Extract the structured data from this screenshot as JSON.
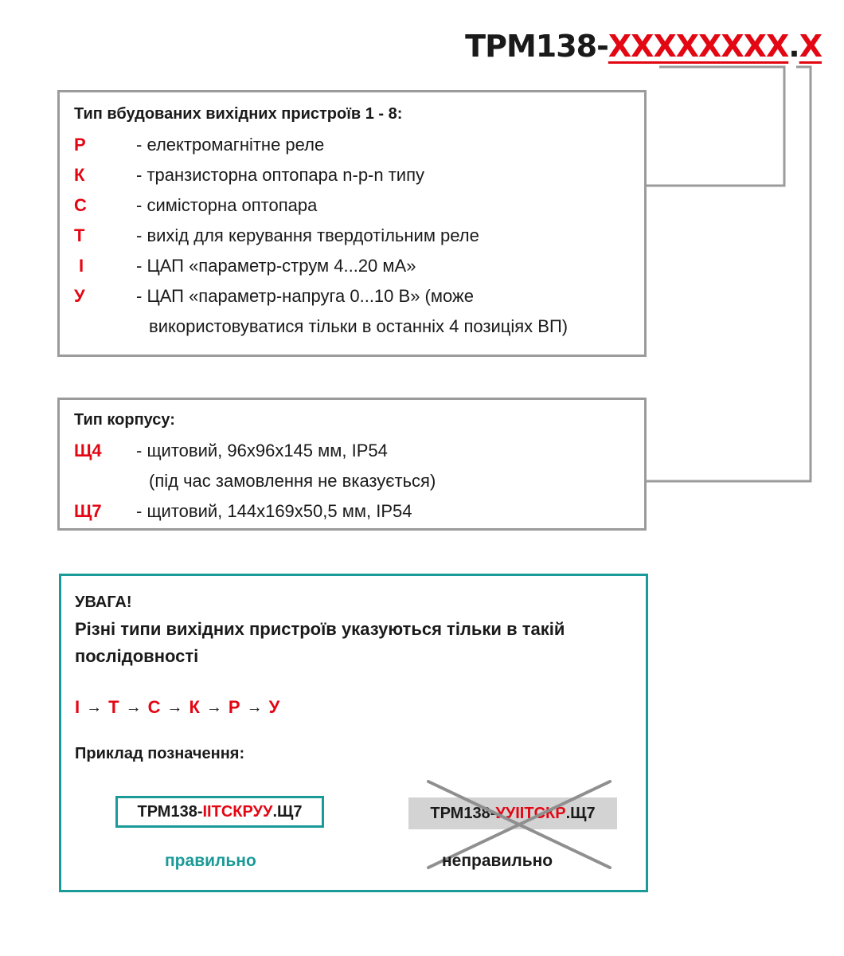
{
  "header": {
    "code_prefix": "ТРМ138-",
    "code_outputs": "XXXXXXXX",
    "code_dot": ".",
    "code_housing": "X"
  },
  "outputs_box": {
    "heading": "Тип вбудованих вихідних пристроїв 1 - 8:",
    "items": [
      {
        "code": "Р",
        "desc": "- електромагнітне реле"
      },
      {
        "code": "К",
        "desc": "- транзисторна оптопара n-p-n типу"
      },
      {
        "code": "С",
        "desc": "- симісторна оптопара"
      },
      {
        "code": "Т",
        "desc": "- вихід для керування твердотільним реле"
      },
      {
        "code": "І",
        "desc": "- ЦАП «параметр-струм 4...20 мА»"
      },
      {
        "code": "У",
        "desc": "- ЦАП «параметр-напруга 0...10 В» (може"
      }
    ],
    "continuation": "використовуватися тільки в останніх 4 позиціях ВП)"
  },
  "housing_box": {
    "heading": "Тип корпусу:",
    "items": [
      {
        "code": "Щ4",
        "desc": "- щитовий, 96х96х145 мм, IP54"
      },
      {
        "code": "Щ7",
        "desc": "- щитовий, 144х169х50,5 мм, IP54"
      }
    ],
    "continuation": "(під час замовлення не вказується)"
  },
  "warning_box": {
    "title": "УВАГА!",
    "text": "Різні типи вихідних пристроїв указуються тільки в такій послідовності",
    "sequence": [
      "І",
      "Т",
      "С",
      "К",
      "Р",
      "У"
    ],
    "arrow": "→",
    "example_label": "Приклад позначення:",
    "correct_example": {
      "prefix": "ТРМ138-",
      "code": "ІІТСКРУУ",
      "suffix": ".Щ7",
      "label": "правильно"
    },
    "wrong_example": {
      "prefix": "ТРМ138-",
      "code": "УУІІТСКР",
      "suffix": ".Щ7",
      "label": "неправильно"
    }
  },
  "colors": {
    "accent_red": "#e30613",
    "accent_teal": "#1a9a98",
    "border_grey": "#9b9b9b",
    "wrong_bg": "#d3d3d3"
  }
}
